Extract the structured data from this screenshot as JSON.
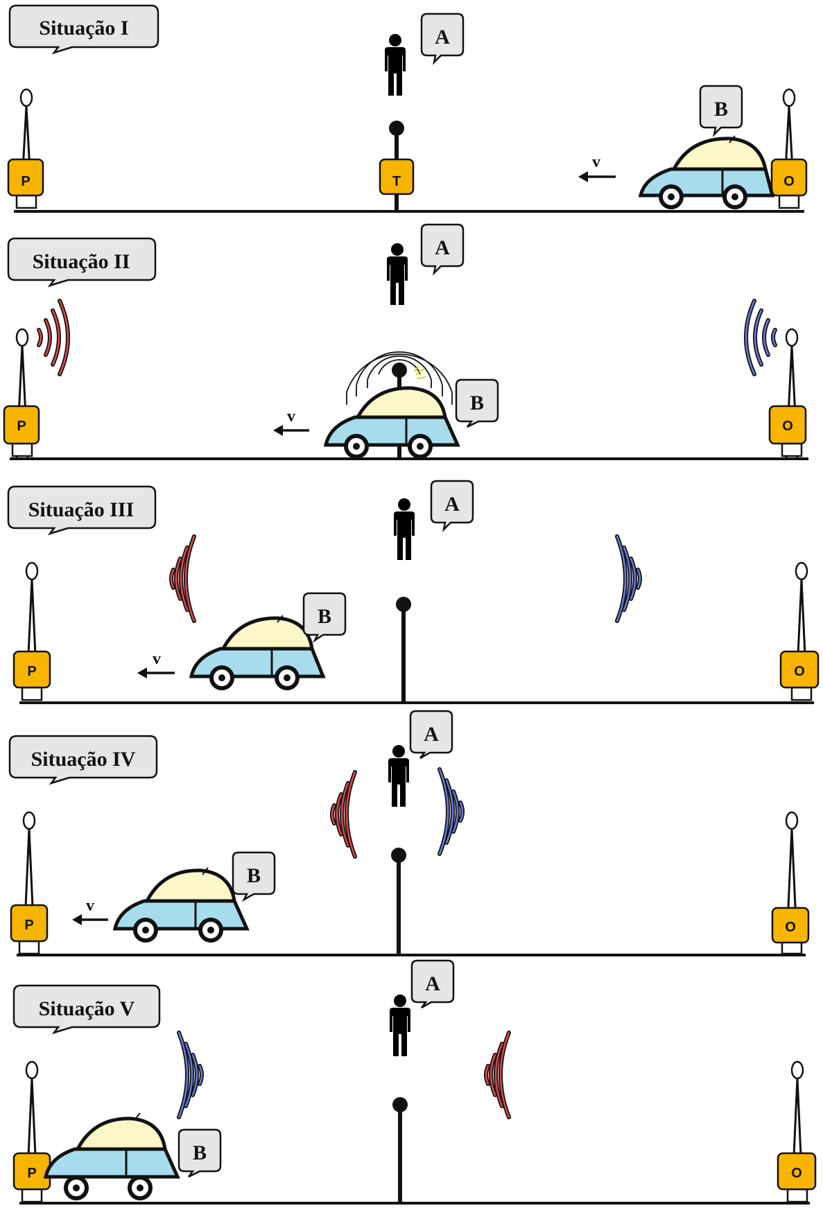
{
  "diagram": {
    "situations": [
      {
        "title": "Situação I",
        "observer_label": "A",
        "car_label": "B",
        "velocity_label": "v",
        "tower_left_label": "P",
        "tower_right_label": "O",
        "trigger_label": "T",
        "wave_left_color": "",
        "wave_right_color": ""
      },
      {
        "title": "Situação II",
        "observer_label": "A",
        "car_label": "B",
        "velocity_label": "v",
        "tower_left_label": "P",
        "tower_right_label": "O",
        "trigger_label": "",
        "wave_left_color": "#e0484a",
        "wave_right_color": "#6a7bd8"
      },
      {
        "title": "Situação III",
        "observer_label": "A",
        "car_label": "B",
        "velocity_label": "v",
        "tower_left_label": "P",
        "tower_right_label": "O",
        "trigger_label": "",
        "wave_left_color": "#e0484a",
        "wave_right_color": "#6a7bd8"
      },
      {
        "title": "Situação IV",
        "observer_label": "A",
        "car_label": "B",
        "velocity_label": "v",
        "tower_left_label": "P",
        "tower_right_label": "O",
        "trigger_label": "",
        "wave_left_color": "#e0484a",
        "wave_right_color": "#6a7bd8"
      },
      {
        "title": "Situação V",
        "observer_label": "A",
        "car_label": "B",
        "velocity_label": "",
        "tower_left_label": "P",
        "tower_right_label": "O",
        "trigger_label": "",
        "wave_left_color": "#6a7bd8",
        "wave_right_color": "#e0484a"
      }
    ],
    "colors": {
      "tower_box": "#f7b500",
      "car_body": "#a6dcec",
      "car_roof": "#fbf7c8",
      "bubble_fill": "#e6e6e6",
      "line": "#111111"
    }
  }
}
